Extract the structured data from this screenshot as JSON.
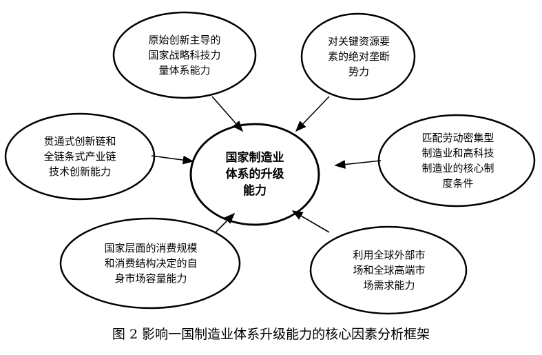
{
  "diagram": {
    "center": {
      "lines": [
        "国家制造业",
        "体系的升级",
        "能力"
      ]
    },
    "nodes": [
      {
        "key": "top-left",
        "lines": [
          "原始创新主导的",
          "国家战略科技力",
          "量体系能力"
        ]
      },
      {
        "key": "top-right",
        "lines": [
          "对关键资源要",
          "素的绝对垄断",
          "势力"
        ]
      },
      {
        "key": "left",
        "lines": [
          "贯通式创新链和",
          "全链条式产业链",
          "技术创新能力"
        ]
      },
      {
        "key": "right",
        "lines": [
          "匹配劳动密集型",
          "制造业和高科技",
          "制造业的核心制",
          "度条件"
        ]
      },
      {
        "key": "bottom-left",
        "lines": [
          "国家层面的消费规模",
          "和消费结构决定的自",
          "身市场容量能力"
        ]
      },
      {
        "key": "bottom-right",
        "lines": [
          "利用全球外部市",
          "场和全球高端市",
          "场需求能力"
        ]
      }
    ],
    "caption": "图 2   影响一国制造业体系升级能力的核心因素分析框架"
  }
}
